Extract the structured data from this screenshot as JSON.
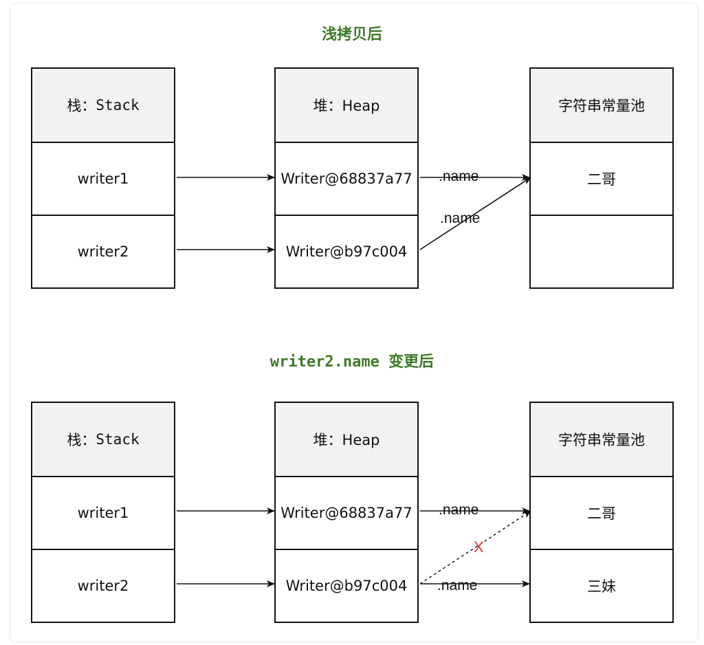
{
  "sections": [
    {
      "title": "浅拷贝后",
      "stack": {
        "header_cjk": "栈：",
        "header_mono": "Stack",
        "rows": [
          "writer1",
          "writer2"
        ]
      },
      "heap": {
        "header": "堆：Heap",
        "rows": [
          "Writer@68837a77",
          "Writer@b97c004"
        ]
      },
      "pool": {
        "header": "字符串常量池",
        "rows": [
          "二哥",
          ""
        ]
      },
      "edge_labels": [
        ".name",
        ".name"
      ]
    },
    {
      "title_mono": "writer2.name",
      "title_cjk": "变更后",
      "stack": {
        "header_cjk": "栈：",
        "header_mono": "Stack",
        "rows": [
          "writer1",
          "writer2"
        ]
      },
      "heap": {
        "header": "堆：Heap",
        "rows": [
          "Writer@68837a77",
          "Writer@b97c004"
        ]
      },
      "pool": {
        "header": "字符串常量池",
        "rows": [
          "二哥",
          "三妹"
        ]
      },
      "edge_labels": [
        ".name",
        ".name"
      ],
      "removed_marker": "X"
    }
  ],
  "colors": {
    "title": "#3e7a28",
    "header_fill": "#f2f2f2",
    "border": "#111111",
    "cross": "#e23b2e"
  }
}
